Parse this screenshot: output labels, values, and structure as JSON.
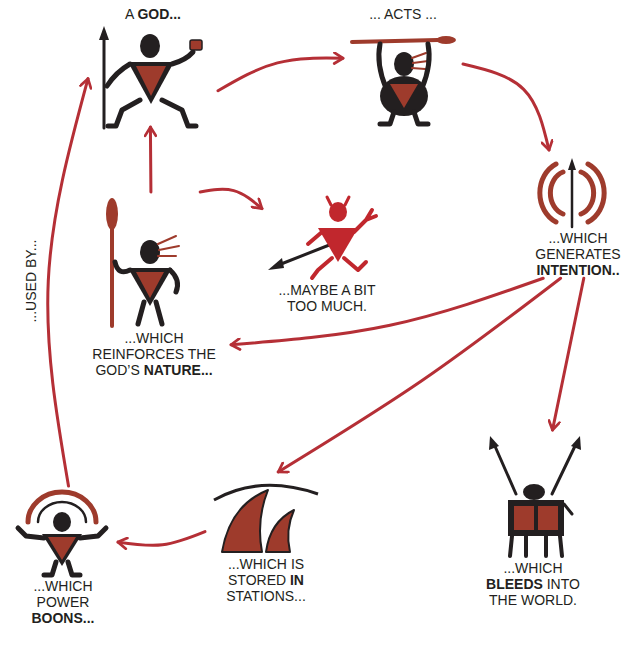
{
  "diagram": {
    "nodes": [
      {
        "text": [
          "A GOD..."
        ]
      },
      {
        "text": [
          "... ACTS ..."
        ]
      },
      {
        "text": [
          "...WHICH GENERATES INTENTION.."
        ]
      },
      {
        "text": [
          "...WHICH REINFORCES THE GOD’S NATURE..."
        ]
      },
      {
        "text": [
          "...MAYBE A BIT TOO MUCH."
        ]
      },
      {
        "text": [
          "...WHICH POWER BOONS..."
        ]
      },
      {
        "text": [
          "...WHICH IS STORED IN STATIONS..."
        ]
      },
      {
        "text": [
          "...WHICH BLEEDS INTO THE WORLD."
        ]
      }
    ],
    "edges": [
      {
        "from": 0,
        "to": 1,
        "arrow": "to"
      },
      {
        "from": 1,
        "to": 2,
        "arrow": "to"
      },
      {
        "from": 2,
        "to": 3,
        "arrow": "to"
      },
      {
        "from": 2,
        "to": 6,
        "arrow": "to"
      },
      {
        "from": 2,
        "to": 7,
        "arrow": "to"
      },
      {
        "from": 3,
        "to": 0,
        "arrow": "to"
      },
      {
        "from": 3,
        "to": 4,
        "arrow": "to"
      },
      {
        "from": 6,
        "to": 5,
        "arrow": "to"
      },
      {
        "from": 5,
        "to": 0,
        "label": "...USED BY...",
        "arrow": "to"
      }
    ]
  }
}
